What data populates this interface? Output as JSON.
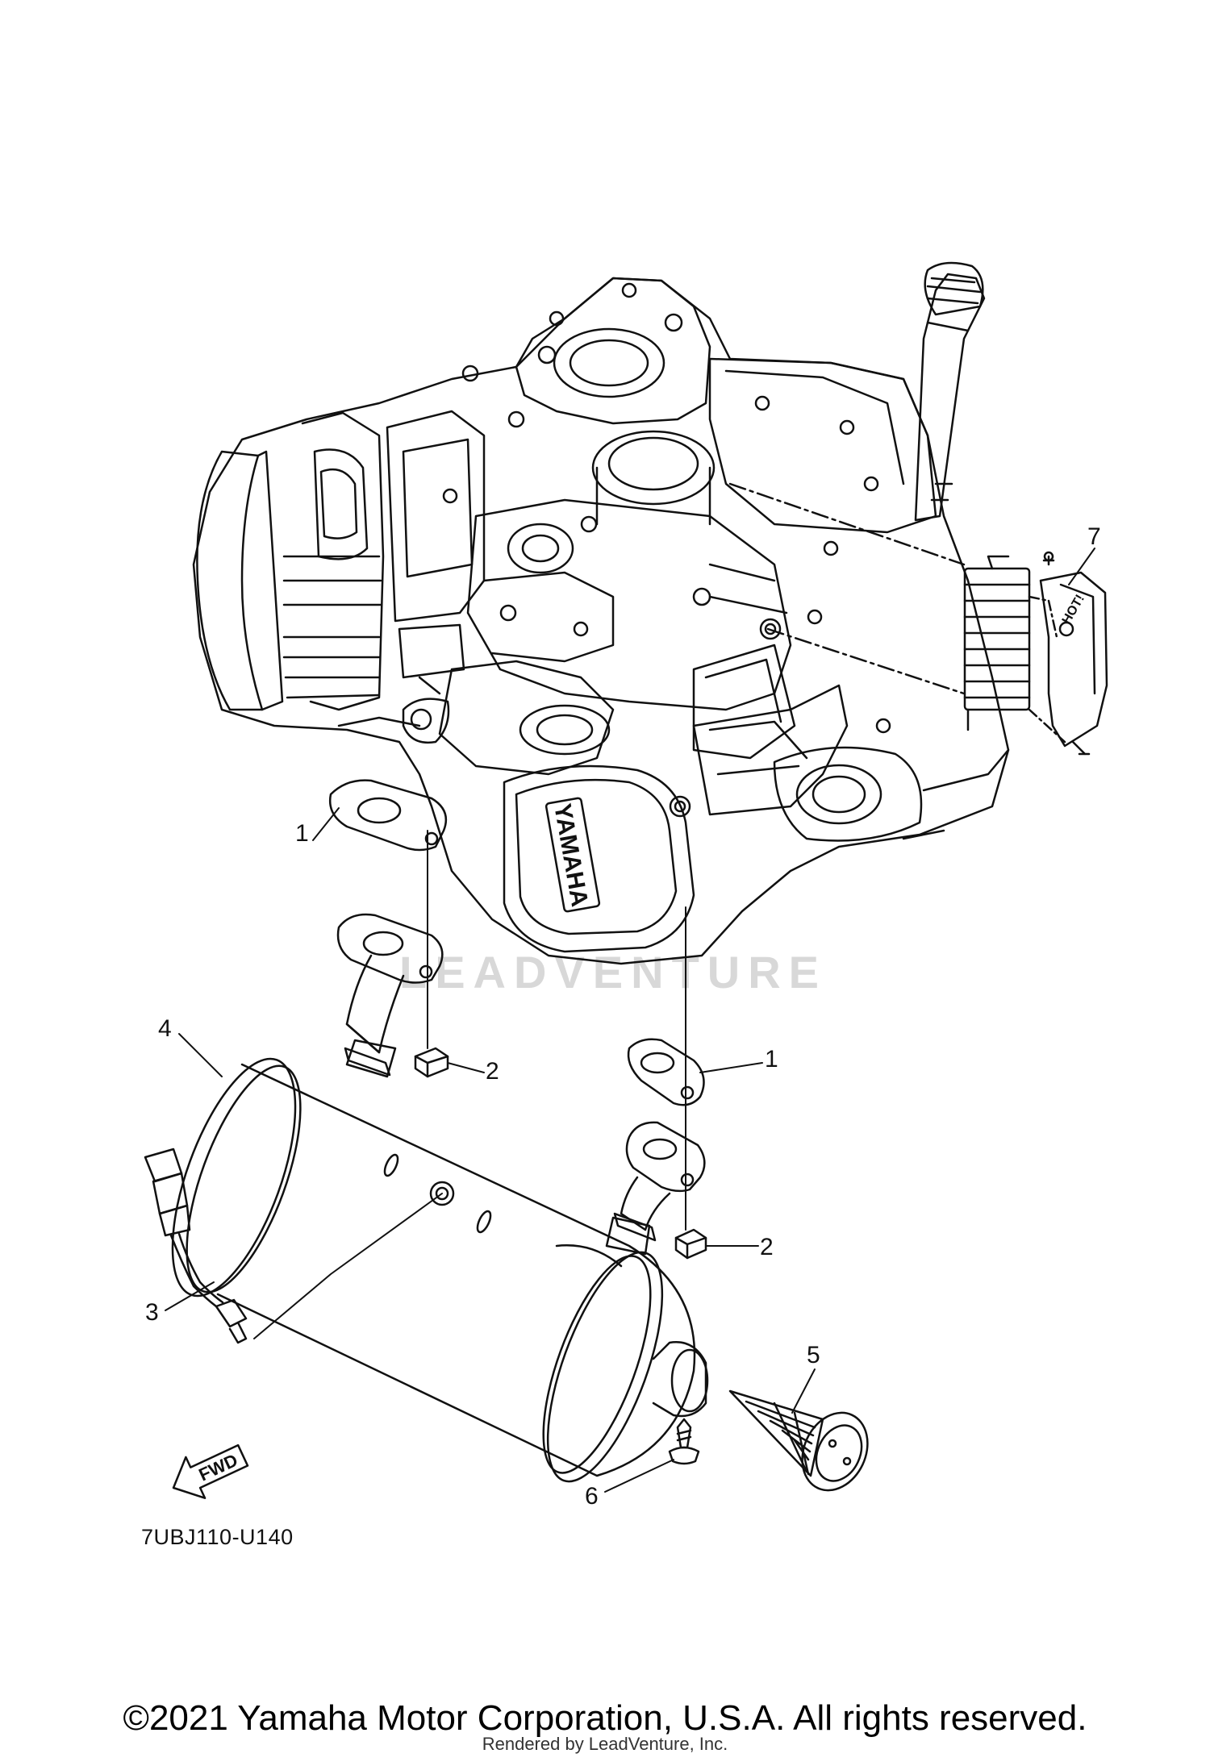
{
  "callouts": [
    {
      "id": "label-1-upper",
      "text": "1"
    },
    {
      "id": "label-2-upper",
      "text": "2"
    },
    {
      "id": "label-1-lower",
      "text": "1"
    },
    {
      "id": "label-2-lower",
      "text": "2"
    },
    {
      "id": "label-3",
      "text": "3"
    },
    {
      "id": "label-4",
      "text": "4"
    },
    {
      "id": "label-5",
      "text": "5"
    },
    {
      "id": "label-6",
      "text": "6"
    },
    {
      "id": "label-7",
      "text": "7"
    }
  ],
  "diagram_code": "7UBJ110-U140",
  "fwd_label": "FWD",
  "engine_brand": "YAMAHA",
  "heat_shield_label": "HOT!",
  "watermark": "LEADVENTURE",
  "copyright": "©2021 Yamaha Motor Corporation, U.S.A. All rights reserved.",
  "rendered_by": "Rendered by LeadVenture, Inc.",
  "colors": {
    "line": "#111111",
    "watermark": "#d8d8d8"
  }
}
